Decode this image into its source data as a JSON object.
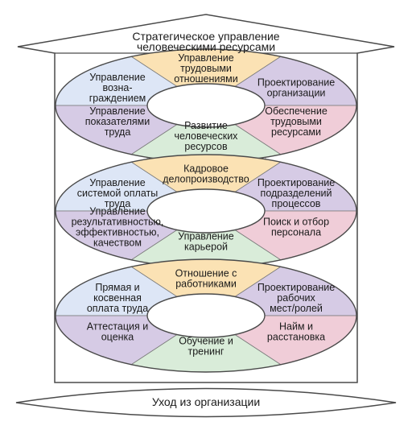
{
  "header": {
    "line1": "Стратегическое управление",
    "line2": "человеческими ресурсами"
  },
  "footer": {
    "text": "Уход из организации"
  },
  "colors": {
    "blue": "#dde6f6",
    "orange": "#fbe2b4",
    "purple": "#d6cbe5",
    "pink": "#f0cdd8",
    "green": "#d9ecd9",
    "outline": "#4a4a4a"
  },
  "rings": [
    {
      "segments": {
        "top": [
          "Управление",
          "трудовыми",
          "отношениями"
        ],
        "upper_left": [
          "Управление",
          "возна-",
          "граждением"
        ],
        "upper_right": [
          "Проектирование",
          "организации"
        ],
        "lower_left": [
          "Управление",
          "показателями",
          "труда"
        ],
        "lower_right": [
          "Обеспечение",
          "трудовыми",
          "ресурсами"
        ],
        "bottom": [
          "Развитие",
          "человеческих",
          "ресурсов"
        ]
      }
    },
    {
      "segments": {
        "top": [
          "Кадровое",
          "делопроизводство"
        ],
        "upper_left": [
          "Управление",
          "системой оплаты",
          "труда"
        ],
        "upper_right": [
          "Проектирование",
          "подразделений",
          "процессов"
        ],
        "lower_left": [
          "Управление",
          "результативностью,",
          "эффективностью,",
          "качеством"
        ],
        "lower_right": [
          "Поиск и отбор",
          "персонала"
        ],
        "bottom": [
          "Управление",
          "карьерой"
        ]
      }
    },
    {
      "segments": {
        "top": [
          "Отношение с",
          "работниками"
        ],
        "upper_left": [
          "Прямая и",
          "косвенная",
          "оплата труда"
        ],
        "upper_right": [
          "Проектирование",
          "рабочих",
          "мест/ролей"
        ],
        "lower_left": [
          "Аттестация и",
          "оценка"
        ],
        "lower_right": [
          "Найм и",
          "расстановка"
        ],
        "bottom": [
          "Обучение и",
          "тренинг"
        ]
      }
    }
  ]
}
